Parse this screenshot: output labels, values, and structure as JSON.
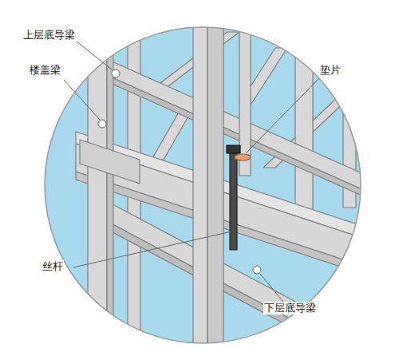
{
  "diagram": {
    "labels": [
      "上层底导梁",
      "楼盖梁",
      "垫片",
      "丝杆",
      "下层底导梁"
    ]
  }
}
